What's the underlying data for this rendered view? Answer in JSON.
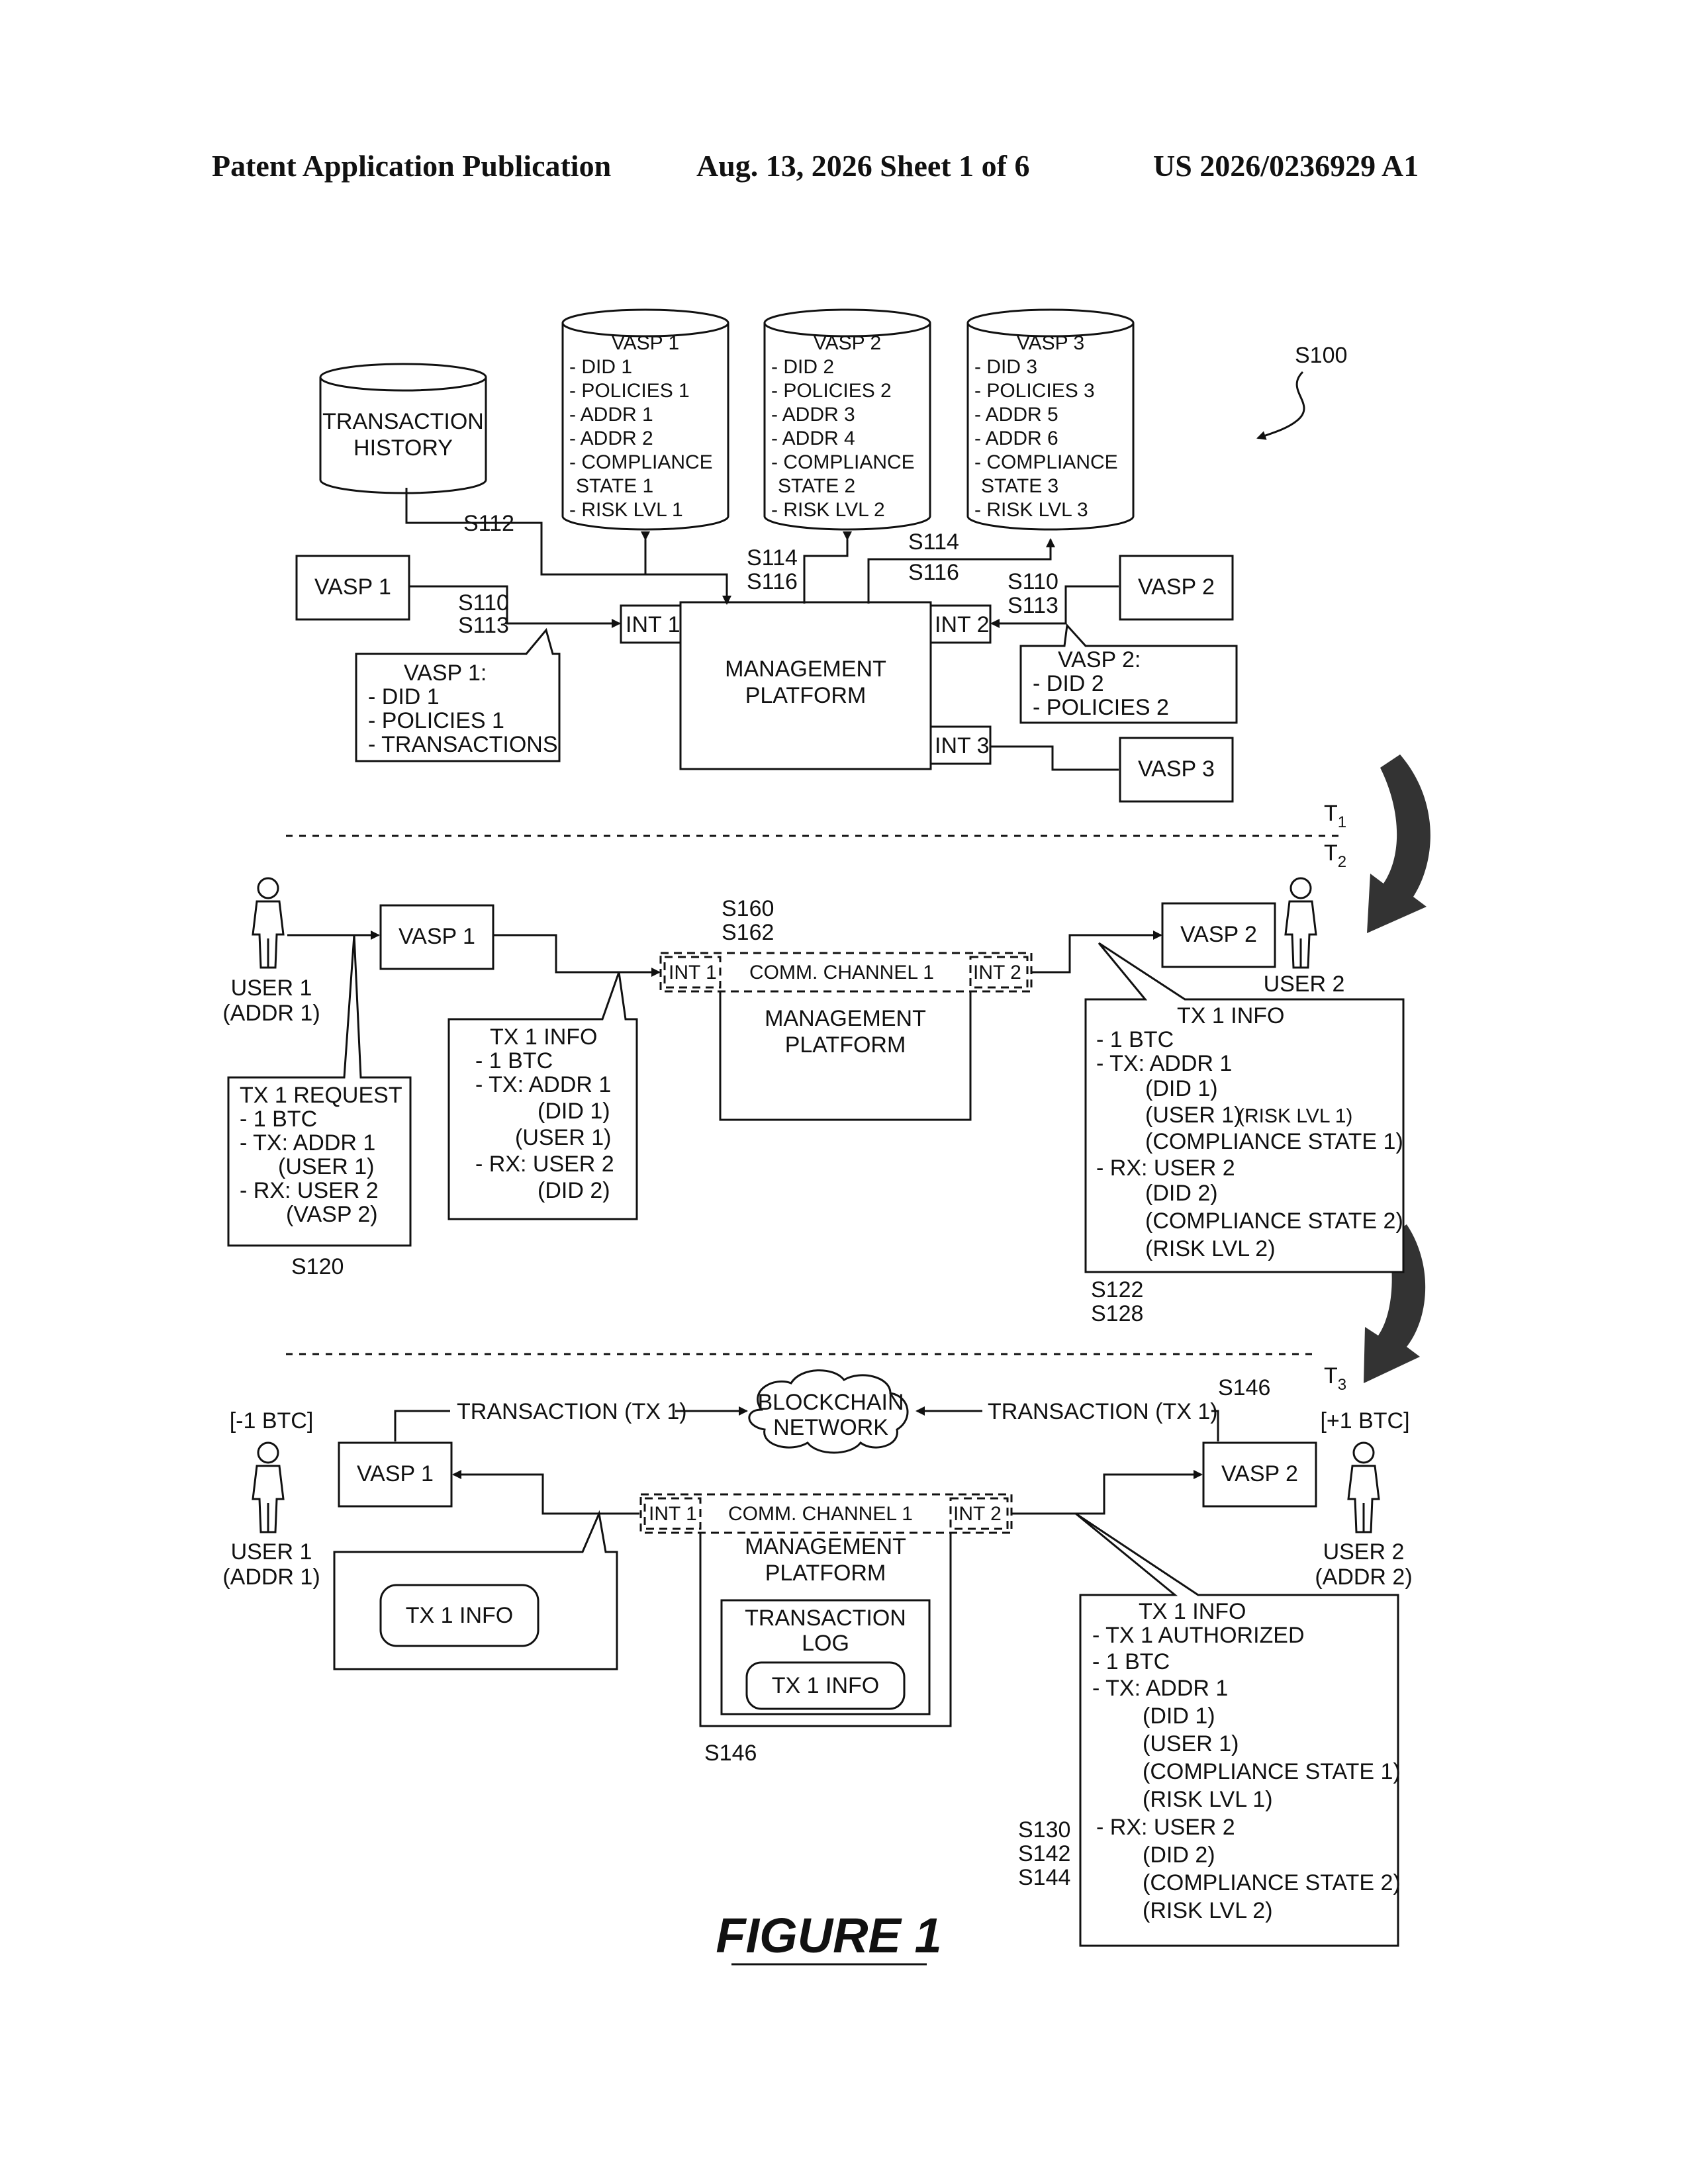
{
  "header": {
    "left": "Patent Application Publication",
    "middle": "Aug. 13, 2026  Sheet 1 of 6",
    "right": "US 2026/0236929 A1"
  },
  "figure_label": "FIGURE 1",
  "ref": {
    "s100": "S100",
    "s112": "S112",
    "s110": "S110",
    "s113": "S113",
    "s114": "S114",
    "s116": "S116",
    "s120": "S120",
    "s122": "S122",
    "s128": "S128",
    "s160": "S160",
    "s162": "S162",
    "s146": "S146",
    "s130": "S130",
    "s142": "S142",
    "s144": "S144",
    "t1": "T",
    "t1_sub": "1",
    "t2": "T",
    "t2_sub": "2",
    "t3": "T",
    "t3_sub": "3"
  },
  "section1": {
    "history_db": [
      "TRANSACTION",
      "HISTORY"
    ],
    "vasp_db": [
      [
        "VASP 1",
        "- DID 1",
        "- POLICIES 1",
        "- ADDR 1",
        "- ADDR 2",
        "- COMPLIANCE",
        "STATE 1",
        "- RISK LVL 1"
      ],
      [
        "VASP 2",
        "- DID 2",
        "- POLICIES 2",
        "- ADDR 3",
        "- ADDR 4",
        "- COMPLIANCE",
        "STATE 2",
        "- RISK LVL 2"
      ],
      [
        "VASP 3",
        "- DID 3",
        "- POLICIES 3",
        "- ADDR 5",
        "- ADDR 6",
        "- COMPLIANCE",
        "STATE 3",
        "- RISK LVL 3"
      ]
    ],
    "vasp1": "VASP 1",
    "vasp2": "VASP 2",
    "vasp3": "VASP 3",
    "int1": "INT 1",
    "int2": "INT 2",
    "int3": "INT 3",
    "platform": [
      "MANAGEMENT",
      "PLATFORM"
    ],
    "vasp1_note": [
      "VASP 1:",
      "- DID 1",
      "- POLICIES 1",
      "- TRANSACTIONS"
    ],
    "vasp2_note": [
      "VASP 2:",
      "- DID 2",
      "- POLICIES 2"
    ]
  },
  "section2": {
    "user1": [
      "USER 1",
      "(ADDR 1)"
    ],
    "user2": "USER 2",
    "vasp1": "VASP 1",
    "vasp2": "VASP 2",
    "int1": "INT 1",
    "int2": "INT 2",
    "channel": "COMM. CHANNEL  1",
    "platform": [
      "MANAGEMENT",
      "PLATFORM"
    ],
    "request_note": [
      "TX 1 REQUEST",
      "- 1 BTC",
      "- TX: ADDR 1",
      "(USER 1)",
      "- RX: USER 2",
      "(VASP 2)"
    ],
    "info_note": [
      "TX 1 INFO",
      "- 1 BTC",
      "- TX: ADDR 1",
      "(DID 1)",
      "(USER 1)",
      "- RX: USER 2",
      "(DID 2)"
    ],
    "rx_info_note": [
      "TX 1 INFO",
      "- 1 BTC",
      "- TX: ADDR 1",
      "(DID 1)",
      "(USER 1)",
      "(RISK LVL 1)",
      "(COMPLIANCE STATE 1)",
      "- RX: USER 2",
      "(DID 2)",
      "(COMPLIANCE STATE 2)",
      "(RISK LVL 2)"
    ]
  },
  "section3": {
    "user1": [
      "USER 1",
      "(ADDR 1)"
    ],
    "user2": [
      "USER 2",
      "(ADDR 2)"
    ],
    "user1_balance": "[-1 BTC]",
    "user2_balance": "[+1 BTC]",
    "vasp1": "VASP 1",
    "vasp2": "VASP 2",
    "tx_left": "TRANSACTION (TX 1)",
    "tx_right": "TRANSACTION (TX 1)",
    "blockchain": [
      "BLOCKCHAIN",
      "NETWORK"
    ],
    "int1": "INT 1",
    "int2": "INT 2",
    "channel": "COMM. CHANNEL  1",
    "platform": [
      "MANAGEMENT",
      "PLATFORM"
    ],
    "log": [
      "TRANSACTION",
      "LOG"
    ],
    "log_item": "TX 1 INFO",
    "vasp1_item": "TX 1 INFO",
    "rx_info_note": [
      "TX 1 INFO",
      "- TX 1 AUTHORIZED",
      "- 1 BTC",
      "- TX: ADDR 1",
      "(DID 1)",
      "(USER 1)",
      "(COMPLIANCE STATE 1)",
      "(RISK LVL 1)",
      "- RX: USER 2",
      "(DID 2)",
      "(COMPLIANCE STATE 2)",
      "(RISK LVL 2)"
    ]
  }
}
